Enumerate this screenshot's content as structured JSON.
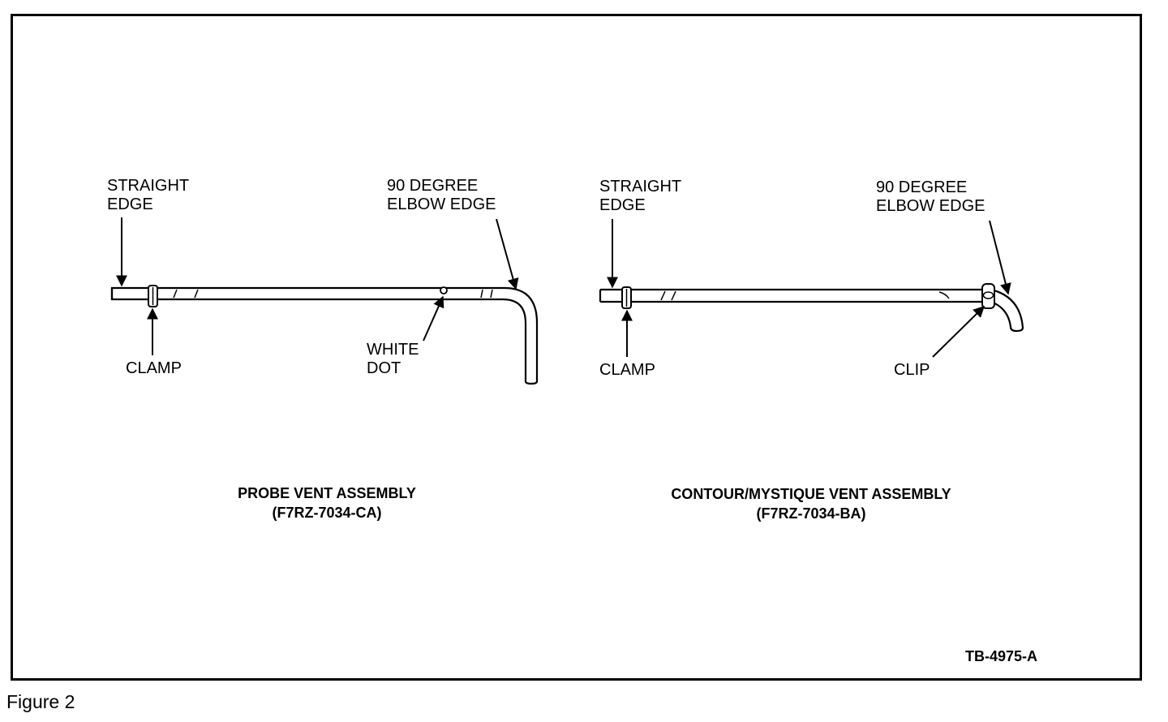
{
  "left": {
    "straight_edge": [
      "STRAIGHT",
      "EDGE"
    ],
    "elbow_edge": [
      "90 DEGREE",
      "ELBOW EDGE"
    ],
    "clamp": "CLAMP",
    "white_dot": [
      "WHITE",
      "DOT"
    ],
    "title": [
      "PROBE VENT ASSEMBLY",
      "(F7RZ-7034-CA)"
    ]
  },
  "right": {
    "straight_edge": [
      "STRAIGHT",
      "EDGE"
    ],
    "elbow_edge": [
      "90 DEGREE",
      "ELBOW EDGE"
    ],
    "clamp": "CLAMP",
    "clip": "CLIP",
    "title": [
      "CONTOUR/MYSTIQUE VENT ASSEMBLY",
      "(F7RZ-7034-BA)"
    ]
  },
  "reference_code": "TB-4975-A",
  "caption": "Figure 2"
}
